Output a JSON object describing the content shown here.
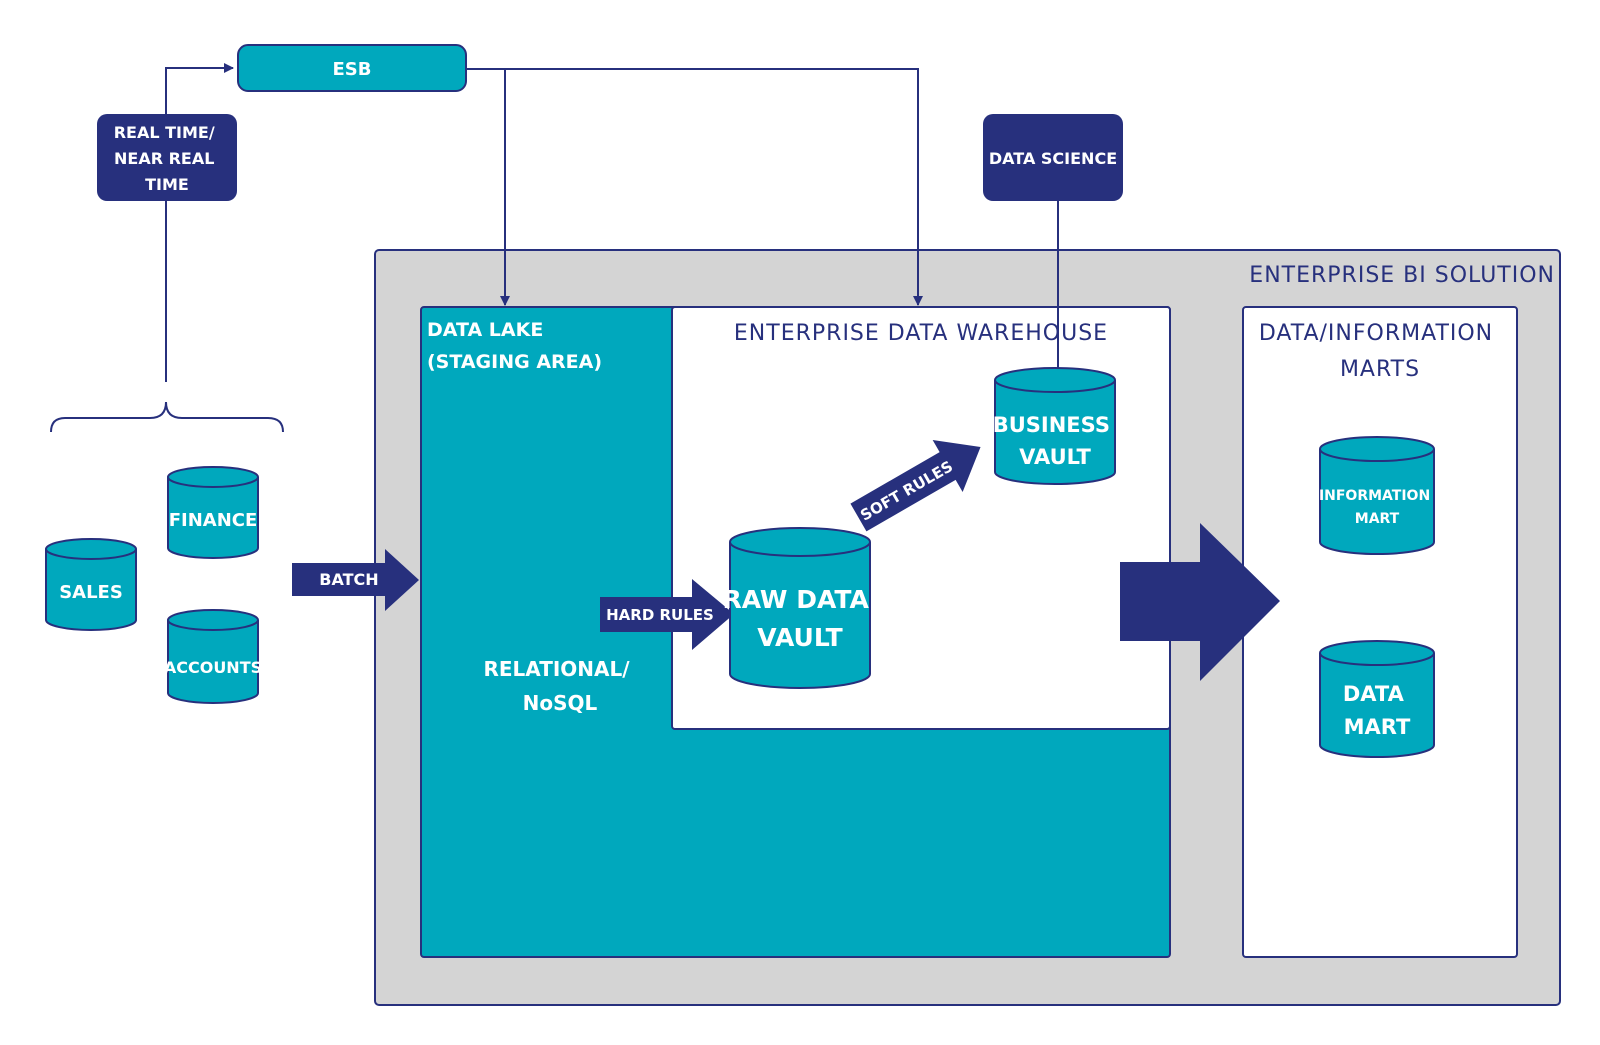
{
  "colors": {
    "teal": "#00a8bd",
    "navy": "#27307d",
    "grey_panel": "#d4d4d4",
    "white": "#ffffff"
  },
  "top": {
    "esb_label": "ESB",
    "realtime_label": [
      "REAL TIME/",
      "NEAR REAL",
      "TIME"
    ],
    "data_science_label": "DATA SCIENCE"
  },
  "sources": {
    "sales": "SALES",
    "finance": "FINANCE",
    "accounts": "ACCOUNTS",
    "batch_label": "BATCH"
  },
  "enterprise_bi": {
    "title": "ENTERPRISE BI SOLUTION",
    "data_lake": {
      "title": [
        "DATA LAKE",
        "(STAGING AREA)"
      ],
      "type_label": [
        "RELATIONAL/",
        "NoSQL"
      ]
    },
    "edw": {
      "title": "ENTERPRISE DATA WAREHOUSE",
      "hard_rules": "HARD RULES",
      "soft_rules": "SOFT RULES",
      "raw_vault": [
        "RAW DATA",
        "VAULT"
      ],
      "business_vault": [
        "BUSINESS",
        "VAULT"
      ]
    },
    "marts": {
      "title": [
        "DATA/INFORMATION",
        "MARTS"
      ],
      "information_mart": [
        "INFORMATION",
        "MART"
      ],
      "data_mart": [
        "DATA",
        "MART"
      ]
    }
  }
}
